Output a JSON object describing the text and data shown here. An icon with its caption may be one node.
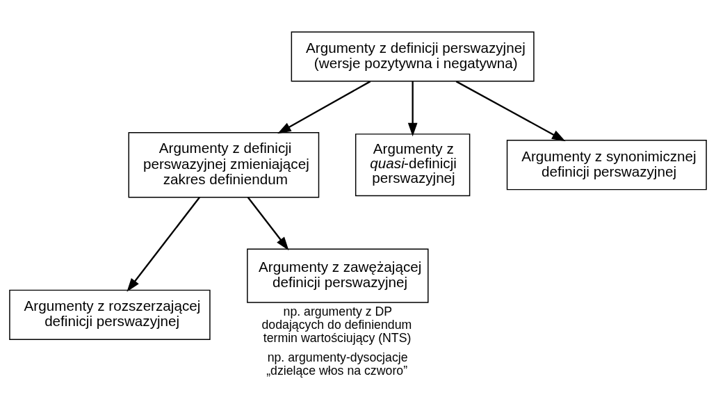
{
  "diagram": {
    "nodes": [
      {
        "text": [
          "Argumenty z definicji perswazyjnej (wersje pozytywna i negatywna)"
        ]
      },
      {
        "text": [
          "Argumenty z definicji perswazyjnej zmieniającej zakres definiendum"
        ]
      },
      {
        "text": [
          "Argumenty z *quasi*-definicji perswazyjnej"
        ]
      },
      {
        "text": [
          "Argumenty z synonimicznej definicji perswazyjnej"
        ]
      },
      {
        "text": [
          "Argumenty z rozszerzającej definicji perswazyjnej"
        ]
      },
      {
        "text": [
          "Argumenty z zawężającej definicji perswazyjnej"
        ],
        "beside": [
          "np. argumenty z DP dodających do definiendum termin wartościujący (NTS)",
          "np. argumenty-dysocjacje „dzielące włos na czworo”"
        ]
      }
    ],
    "edges": [
      {
        "from": 0,
        "to": 1,
        "arrow": "to"
      },
      {
        "from": 0,
        "to": 2,
        "arrow": "to"
      },
      {
        "from": 0,
        "to": 3,
        "arrow": "to"
      },
      {
        "from": 1,
        "to": 4,
        "arrow": "to"
      },
      {
        "from": 1,
        "to": 5,
        "arrow": "to"
      }
    ]
  }
}
